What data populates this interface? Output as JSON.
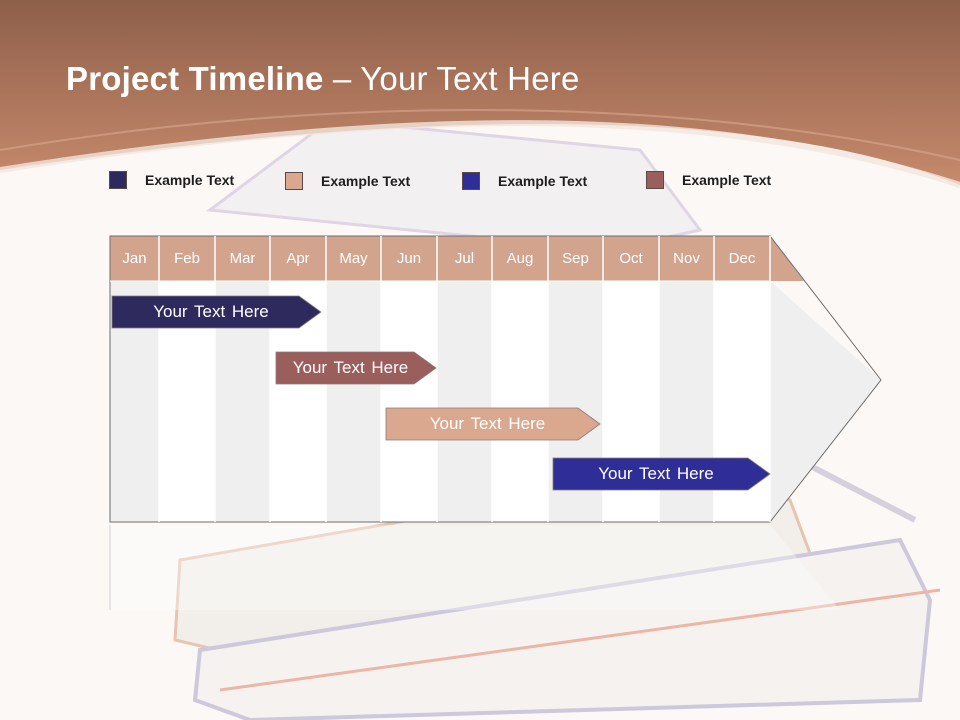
{
  "title": {
    "bold": "Project Timeline",
    "rest": " – Your Text Here"
  },
  "legend": [
    {
      "label": "Example Text",
      "color": "#2e2a5e"
    },
    {
      "label": "Example Text",
      "color": "#d9a88f"
    },
    {
      "label": "Example Text",
      "color": "#2f2d96"
    },
    {
      "label": "Example Text",
      "color": "#9a5e5c"
    }
  ],
  "months": [
    "Jan",
    "Feb",
    "Mar",
    "Apr",
    "May",
    "Jun",
    "Jul",
    "Aug",
    "Sep",
    "Oct",
    "Nov",
    "Dec"
  ],
  "colors": {
    "header_band": "#b7785e",
    "month_header": "#d2a48e",
    "column_shaded": "#efefef",
    "column_white": "#ffffff"
  },
  "tasks": [
    {
      "label": "Your  Text Here",
      "start_month": "Jan",
      "end_month": "Apr",
      "color": "#2e2a5e"
    },
    {
      "label": "Your  Text Here",
      "start_month": "Apr",
      "end_month": "Jun",
      "color": "#9a5e5c"
    },
    {
      "label": "Your  Text Here",
      "start_month": "Jun",
      "end_month": "Sep",
      "color": "#d9a88f"
    },
    {
      "label": "Your  Text Here",
      "start_month": "Sep",
      "end_month": "Dec",
      "color": "#2f2d96"
    }
  ]
}
